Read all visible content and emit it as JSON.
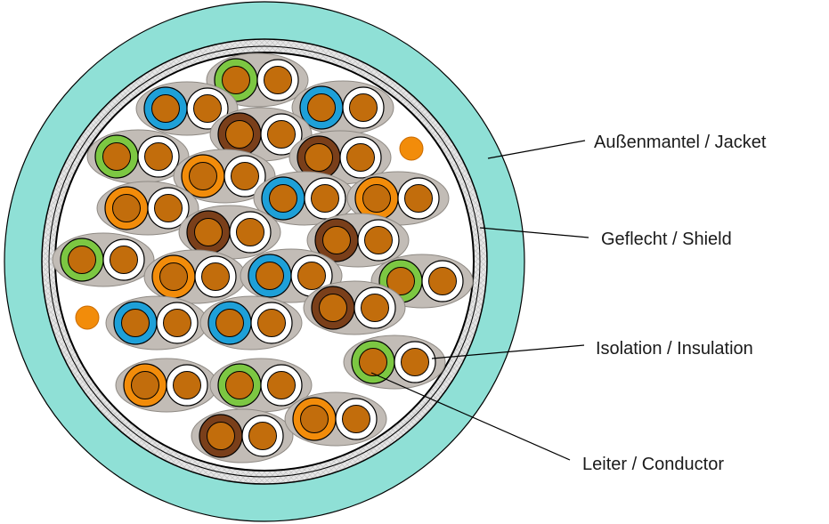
{
  "labels": {
    "jacket": "Außenmantel / Jacket",
    "shield": "Geflecht / Shield",
    "insulation": "Isolation / Insulation",
    "conductor": "Leiter / Conductor"
  },
  "colors": {
    "jacket": "#8fe0d6",
    "shield_fill": "#e4e4e4",
    "interior": "#ffffff",
    "pair_wrap": "#c2bcb6",
    "conductor": "#c26d0c",
    "filler": "#f28c0a",
    "orange": "#f28c0a",
    "blue": "#1ea0d8",
    "green": "#7cc742",
    "brown": "#7a3f1a",
    "white": "#ffffff",
    "outline": "#000000"
  },
  "pair_colors": [
    "green",
    "blue",
    "blue",
    "brown",
    "green",
    "brown",
    "orange",
    "orange",
    "blue",
    "orange",
    "brown",
    "green",
    "brown",
    "orange",
    "blue",
    "green",
    "brown",
    "blue",
    "blue",
    "green",
    "orange",
    "green",
    "brown",
    "orange"
  ]
}
